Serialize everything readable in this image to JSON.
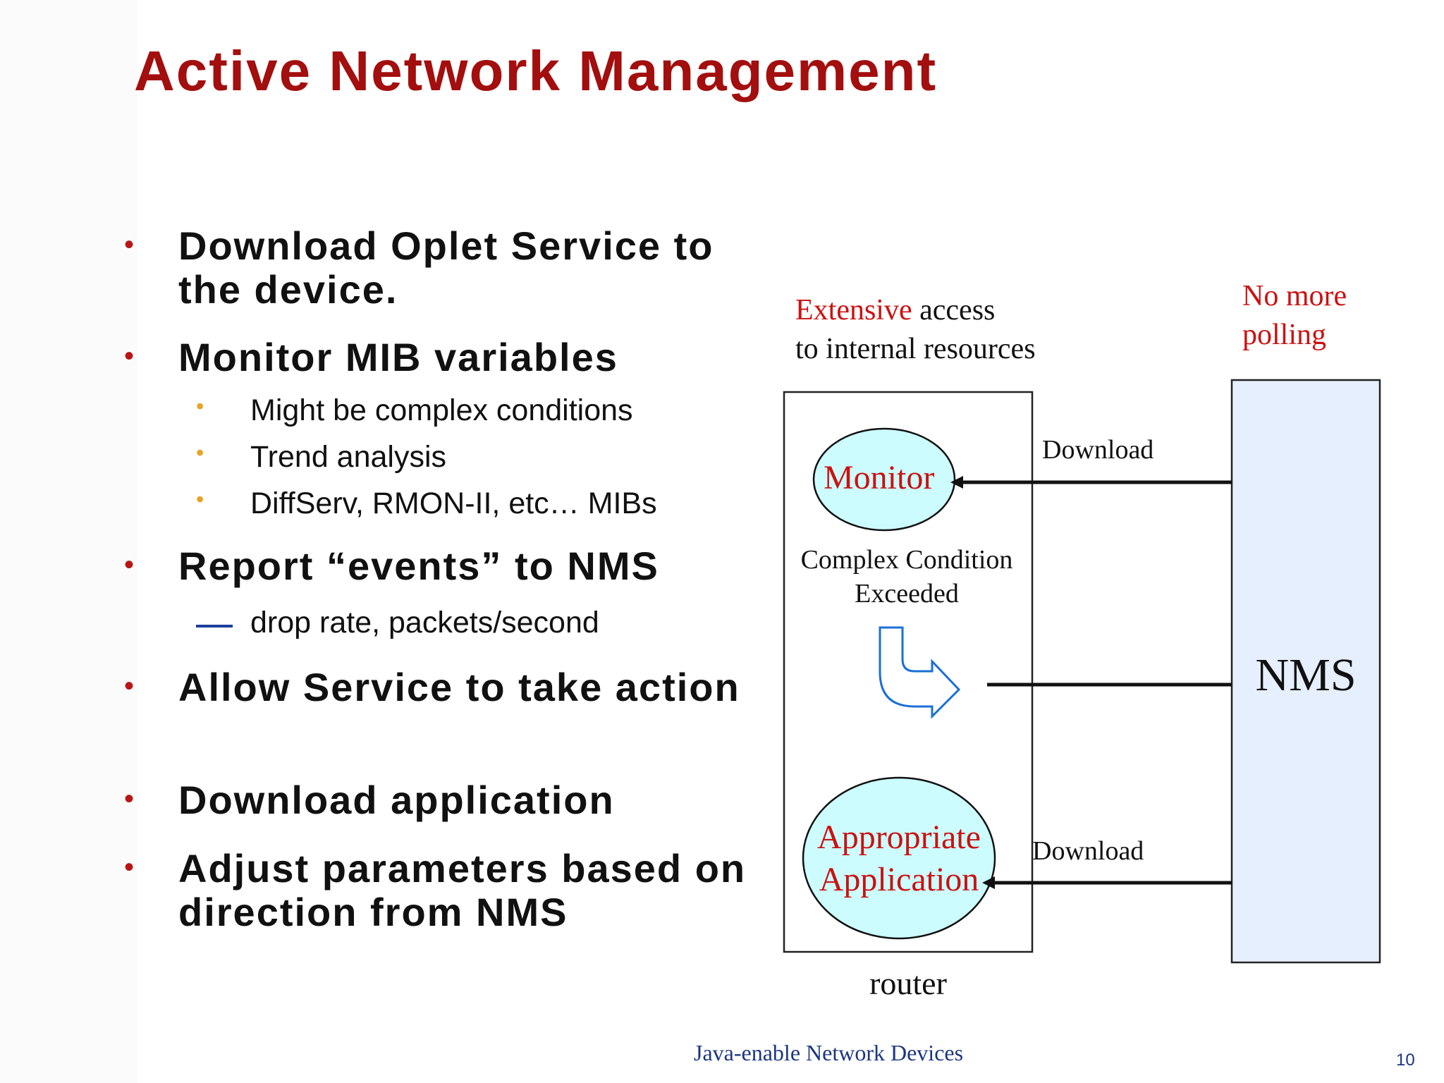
{
  "title": "Active Network Management",
  "bullets": [
    {
      "text": "Download Oplet Service to the device."
    },
    {
      "text": "Monitor MIB variables"
    },
    {
      "text": "Report “events”  to NMS"
    },
    {
      "text": "Allow Service to take action"
    },
    {
      "text": "Download application"
    },
    {
      "text": "Adjust parameters based on direction from NMS"
    }
  ],
  "sub_bullets": [
    "Might be complex conditions",
    "Trend analysis",
    "DiffServ, RMON-II, etc… MIBs"
  ],
  "dash_item": "drop rate, packets/second",
  "diagram": {
    "access_red": "Extensive",
    "access_black": " access",
    "access_line2": "to internal resources",
    "polling_line1": "No more",
    "polling_line2": "polling",
    "monitor": "Monitor",
    "condition_line1": "Complex Condition",
    "condition_line2": "Exceeded",
    "app_line1": "Appropriate",
    "app_line2": "Application",
    "download_top": "Download",
    "download_bottom": "Download",
    "nms": "NMS",
    "router": "router"
  },
  "footer": "Java-enable Network Devices",
  "page_number": "10",
  "colors": {
    "title": "#a30e0e",
    "highlight_red": "#cc1111",
    "ellipse_fill": "#ccfcfe",
    "nms_fill": "#e6effe",
    "curved_arrow": "#1a6fd6",
    "footer": "#1c3580"
  }
}
